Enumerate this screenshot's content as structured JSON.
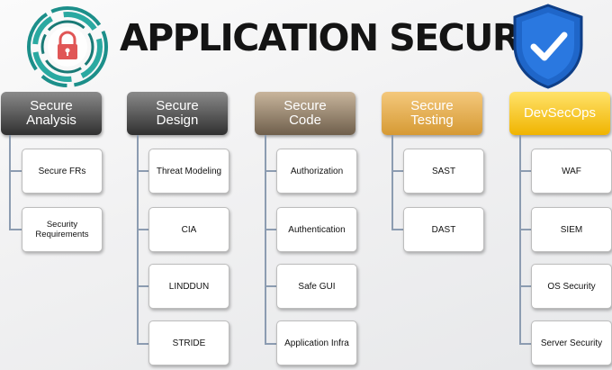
{
  "title": "APPLICATION SECURITY",
  "colors": {
    "connector": "#8c9cb1",
    "shield": "#1f66c9",
    "lock": "#e05656",
    "teal": "#1c8f8a"
  },
  "columns": [
    {
      "header": [
        "Secure",
        "Analysis"
      ],
      "items": [
        "Secure FRs",
        "Security Requirements"
      ]
    },
    {
      "header": [
        "Secure",
        "Design"
      ],
      "items": [
        "Threat Modeling",
        "CIA",
        "LINDDUN",
        "STRIDE"
      ]
    },
    {
      "header": [
        "Secure",
        "Code"
      ],
      "items": [
        "Authorization",
        "Authentication",
        "Safe GUI",
        "Application Infra"
      ]
    },
    {
      "header": [
        "Secure",
        "Testing"
      ],
      "items": [
        "SAST",
        "DAST"
      ]
    },
    {
      "header": [
        "DevSecOps"
      ],
      "items": [
        "WAF",
        "SIEM",
        "OS Security",
        "Server Security"
      ]
    }
  ]
}
